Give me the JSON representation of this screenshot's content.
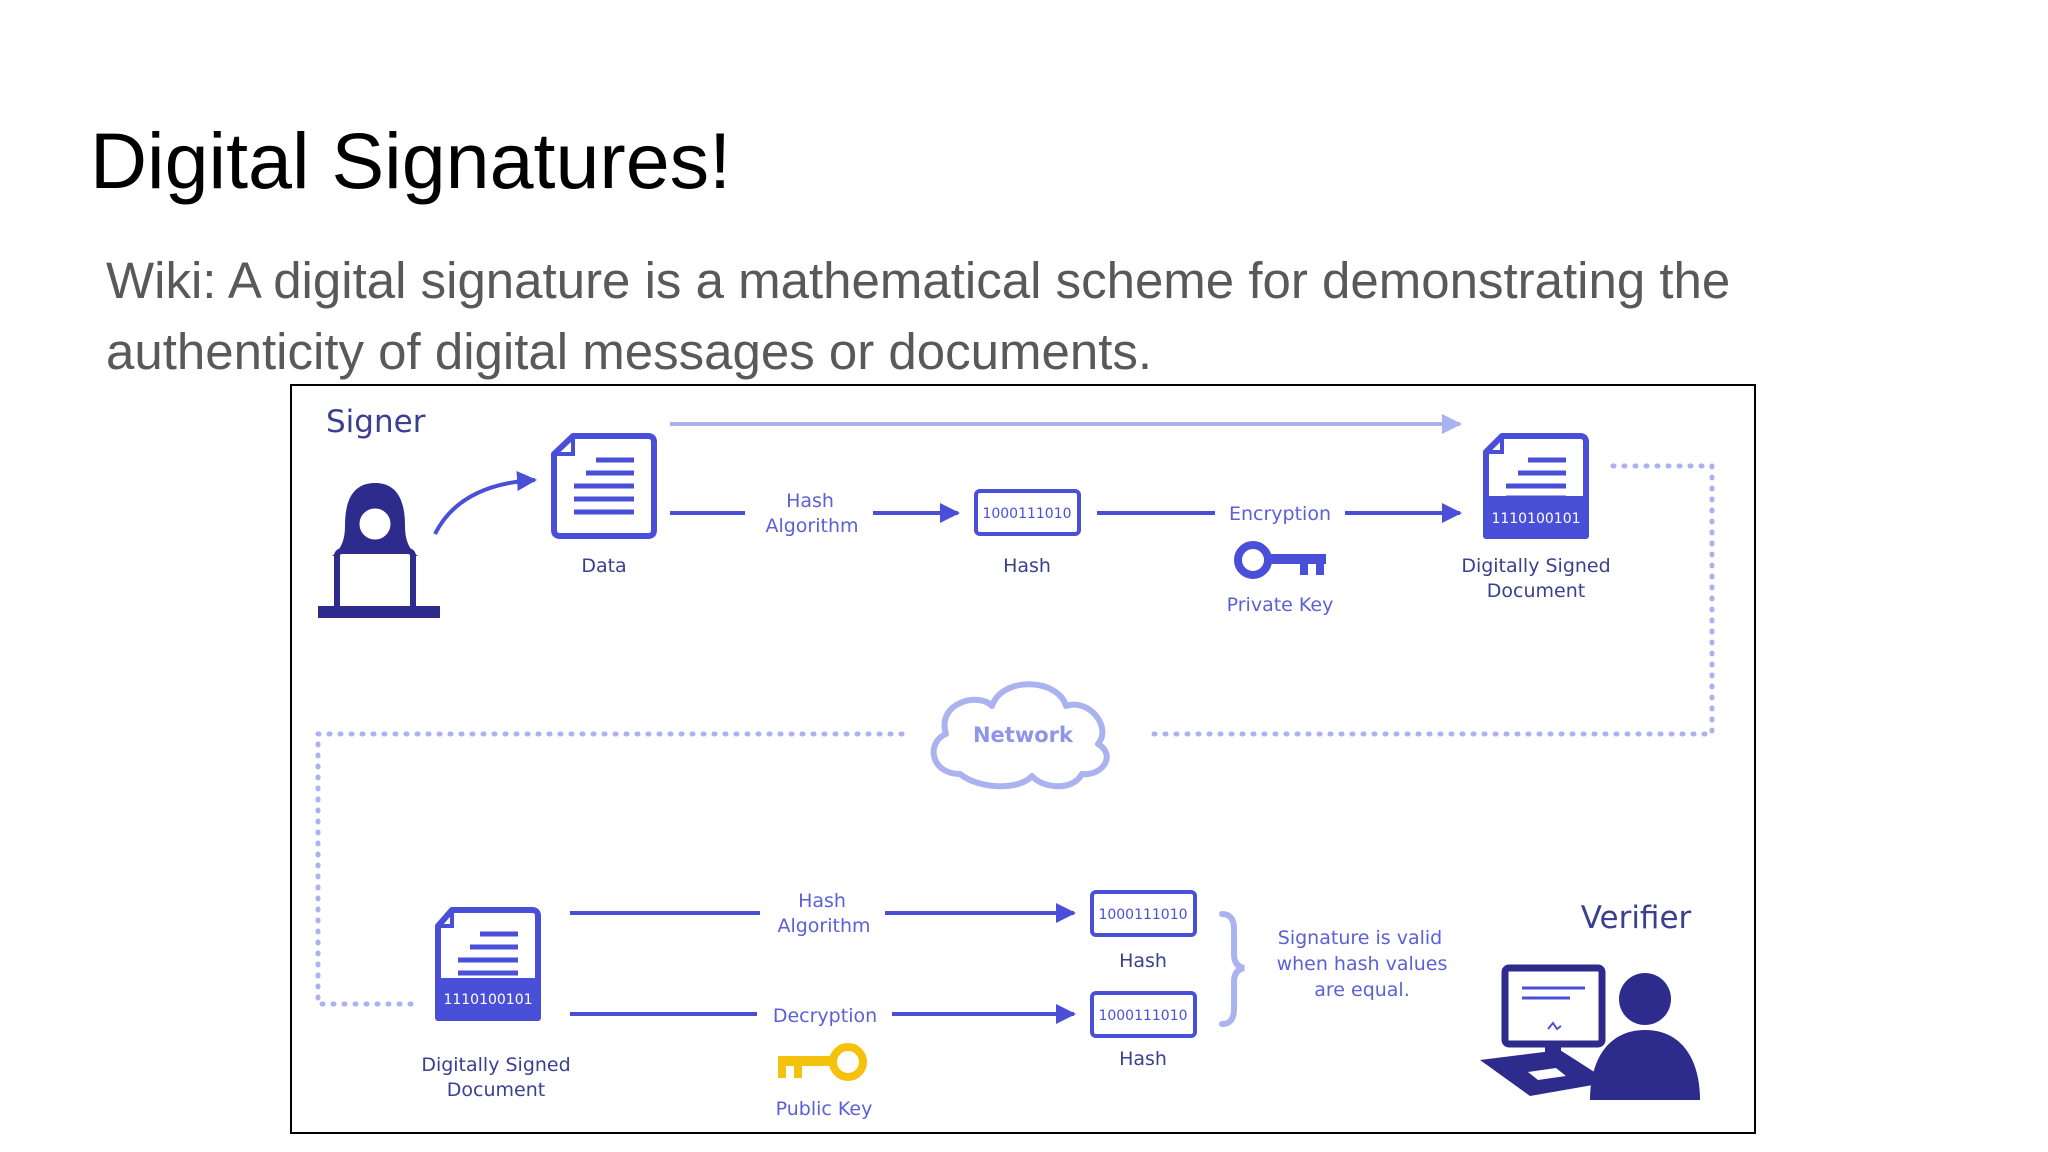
{
  "slide": {
    "title": "Digital Signatures!",
    "body": "Wiki: A digital signature is a mathematical scheme for demonstrating the authenticity of digital messages or documents."
  },
  "diagram": {
    "colors": {
      "primary": "#4a4fd8",
      "light": "#aab2ef",
      "key": "#f4c20d",
      "text": "#3b3f8f",
      "border": "#000000"
    },
    "signer": {
      "title": "Signer",
      "data_label": "Data",
      "hash_algorithm_label": [
        "Hash",
        "Algorithm"
      ],
      "hash_value": "1000111010",
      "hash_label": "Hash",
      "encryption_label": "Encryption",
      "private_key_label": "Private Key",
      "signed_value": "1110100101",
      "signed_doc_label": [
        "Digitally Signed",
        "Document"
      ]
    },
    "network_label": "Network",
    "verifier": {
      "title": "Verifier",
      "signed_value": "1110100101",
      "signed_doc_label": [
        "Digitally Signed",
        "Document"
      ],
      "hash_algorithm_label": [
        "Hash",
        "Algorithm"
      ],
      "hash_value_top": "1000111010",
      "hash_label_top": "Hash",
      "decryption_label": "Decryption",
      "public_key_label": "Public Key",
      "hash_value_bottom": "1000111010",
      "hash_label_bottom": "Hash",
      "valid_note": [
        "Signature is valid",
        "when hash values",
        "are equal."
      ]
    }
  }
}
